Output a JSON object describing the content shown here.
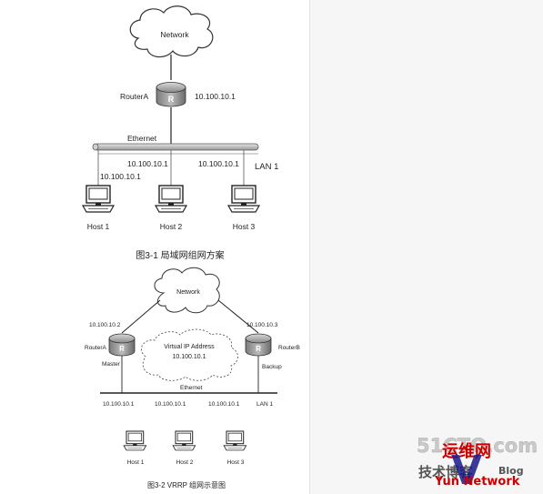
{
  "figure1": {
    "cloud_label": "Network",
    "router_label": "RouterA",
    "router_ip": "10.100.10.1",
    "bus_label": "Ethernet",
    "lan_label": "LAN 1",
    "drop_ips": [
      "10.100.10.1",
      "10.100.10.1",
      "10.100.10.1"
    ],
    "hosts": [
      "Host 1",
      "Host 2",
      "Host 3"
    ],
    "caption": "图3-1  局域网组网方案"
  },
  "figure2": {
    "cloud_label": "Network",
    "routerA_ip": "10.100.10.2",
    "routerB_ip": "10.100.10.3",
    "routerA_label": "RouterA",
    "routerB_label": "RouterB",
    "routerA_role": "Master",
    "routerB_role": "Backup",
    "virtual_label": "Virtual IP Address",
    "virtual_ip": "10.100.10.1",
    "bus_label": "Ethernet",
    "drop_ips": [
      "10.100.10.1",
      "10.100.10.1",
      "10.100.10.1"
    ],
    "lan_label": "LAN 1",
    "hosts": [
      "Host 1",
      "Host 2",
      "Host 3"
    ],
    "caption": "图3-2  VRRP 组网示意图"
  },
  "watermark": {
    "site": "51CTO.com",
    "cn_line1": "运维网",
    "cn_line2": "技术博客",
    "blog": "Blog",
    "brand": "Yun Network",
    "letter": "V",
    "accent": "#cc0000",
    "accent2": "#1a1a8c"
  }
}
